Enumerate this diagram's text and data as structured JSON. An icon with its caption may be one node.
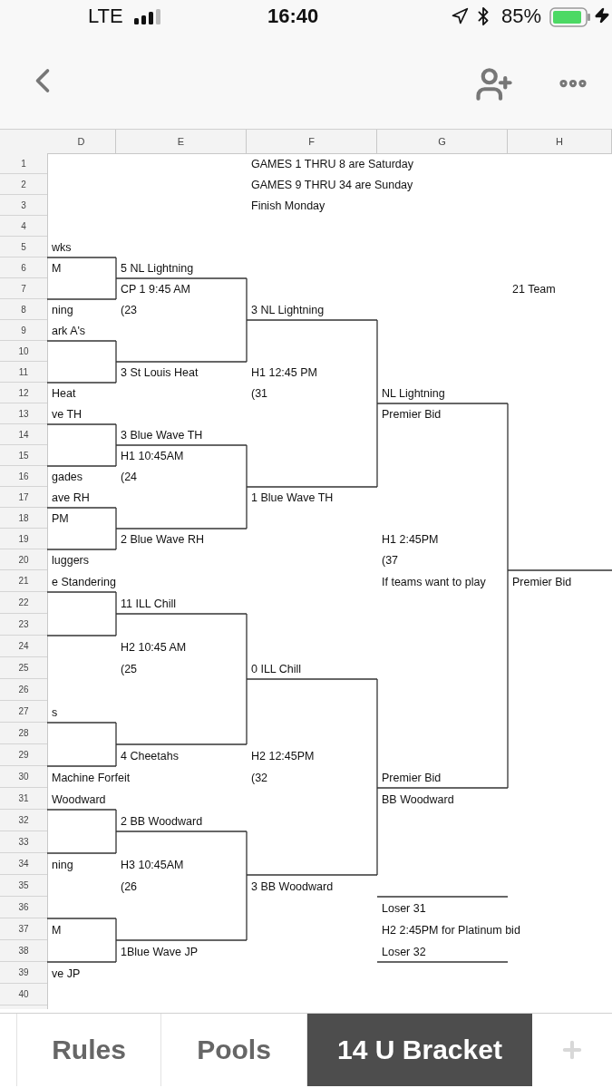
{
  "diagram": {
    "labels": [
      "LTE",
      "16:40",
      "85%",
      "D",
      "E",
      "F",
      "G",
      "H",
      "1",
      "GAMES 1 THRU 8 are Saturday",
      "2",
      "GAMES 9 THRU 34 are Sunday",
      "3",
      "Finish Monday",
      "4",
      "5",
      "wks",
      "6",
      "M",
      "5 NL Lightning",
      "7",
      "CP 1 9:45 AM",
      "21 Team",
      "8",
      "ning",
      "(23",
      "3 NL Lightning",
      "9",
      "ark A's",
      "10",
      "11",
      "3 St Louis Heat",
      "H1 12:45 PM",
      "12",
      "Heat",
      "(31",
      "NL Lightning",
      "13",
      "ve TH",
      "Premier Bid",
      "14",
      "3 Blue Wave TH",
      "15",
      "H1 10:45AM",
      "16",
      "gades",
      "(24",
      "17",
      "ave RH",
      "1 Blue Wave TH",
      "18",
      "PM",
      "19",
      "2 Blue Wave RH",
      "H1 2:45PM",
      "20",
      "luggers",
      "(37",
      "21",
      "e Standering",
      "If teams want to play",
      "Premier Bid",
      "22",
      "11 ILL Chill",
      "23",
      "24",
      "H2 10:45 AM",
      "25",
      "(25",
      "0 ILL Chill",
      "26",
      "27",
      "s",
      "28",
      "29",
      "4 Cheetahs",
      "H2 12:45PM",
      "30",
      "Machine Forfeit",
      "(32",
      "Premier Bid",
      "31",
      "Woodward",
      "BB Woodward",
      "32",
      "2 BB Woodward",
      "33",
      "34",
      "ning",
      "H3 10:45AM",
      "35",
      "(26",
      "3 BB Woodward",
      "36",
      "Loser 31",
      "37",
      "M",
      "H2 2:45PM for Platinum bid",
      "38",
      "1Blue Wave JP",
      "Loser 32",
      "39",
      "ve JP",
      "40",
      "Rules",
      "Pools",
      "14 U Bracket"
    ]
  }
}
